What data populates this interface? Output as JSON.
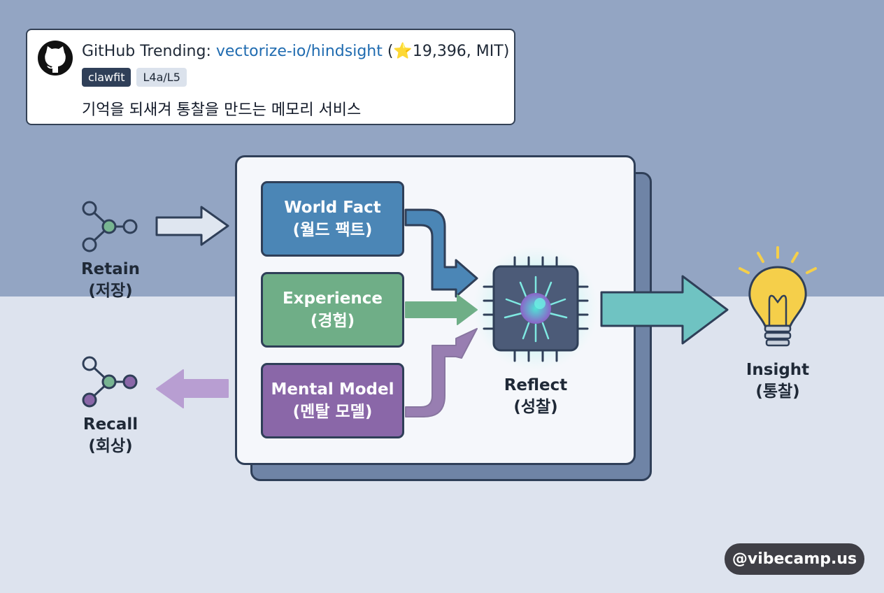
{
  "header_card": {
    "title_prefix": "GitHub Trending: ",
    "repo": "vectorize-io/hindsight",
    "stats": " (⭐19,396, MIT)",
    "tags": [
      "clawfit",
      "L4a/L5"
    ],
    "description": "기억을 되새겨 통찰을 만드는 메모리 서비스",
    "logo_icon": "github-icon"
  },
  "diagram": {
    "retain": {
      "line1": "Retain",
      "line2": "(저장)",
      "icon": "graph-nodes-icon"
    },
    "recall": {
      "line1": "Recall",
      "line2": "(회상)",
      "icon": "graph-nodes-icon"
    },
    "memory_types": [
      {
        "line1": "World Fact",
        "line2": "(월드 팩트)",
        "color": "#4b86b6"
      },
      {
        "line1": "Experience",
        "line2": "(경험)",
        "color": "#6fae87"
      },
      {
        "line1": "Mental Model",
        "line2": "(멘탈 모델)",
        "color": "#8a67a8"
      }
    ],
    "reflect": {
      "line1": "Reflect",
      "line2": "(성찰)",
      "icon": "chip-icon"
    },
    "insight": {
      "line1": "Insight",
      "line2": "(통찰)",
      "icon": "lightbulb-icon"
    }
  },
  "watermark": "@vibecamp.us",
  "colors": {
    "bg_top": "#93a5c3",
    "bg_bottom": "#dde3ee",
    "outline": "#2f3f58",
    "teal_arrow": "#6fc3c2",
    "bulb": "#f5cf4a"
  }
}
